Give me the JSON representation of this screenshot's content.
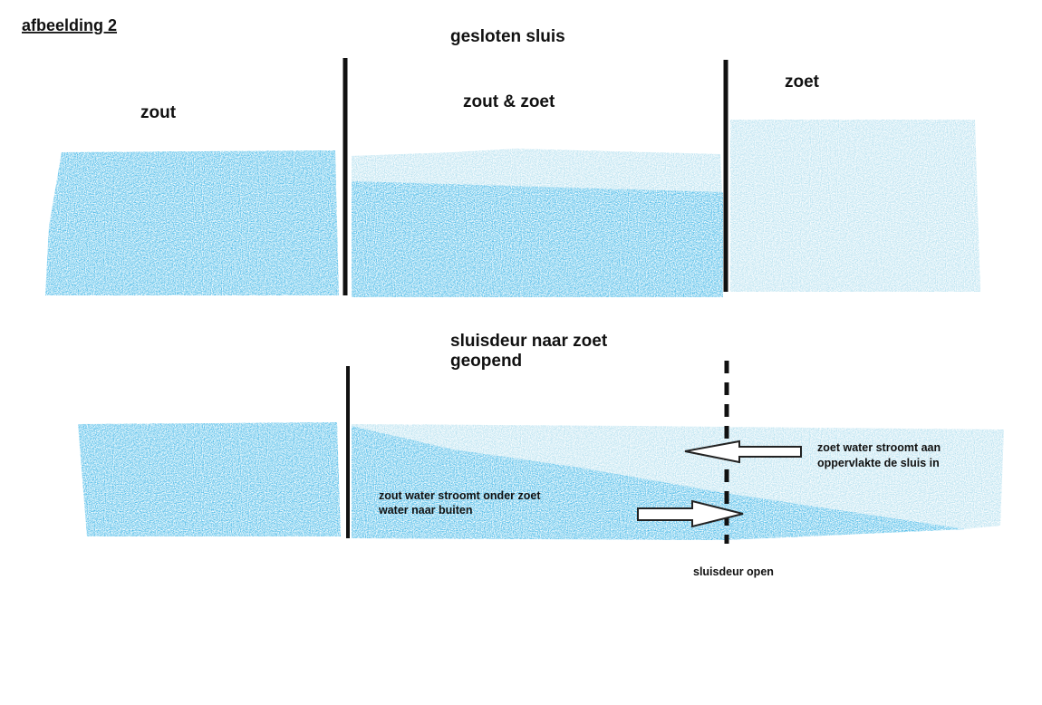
{
  "figure_label": "afbeelding 2",
  "top": {
    "title": "gesloten sluis",
    "label_left": "zout",
    "label_middle": "zout & zoet",
    "label_right": "zoet"
  },
  "bottom": {
    "title_line1": "sluisdeur naar zoet",
    "title_line2": "geopend",
    "note_salt_line1": "zout water stroomt onder zoet",
    "note_salt_line2": "water naar buiten",
    "note_fresh_line1": "zoet water stroomt aan",
    "note_fresh_line2": "oppervlakte de sluis in",
    "note_gate": "sluisdeur open"
  },
  "colors": {
    "salt_water": "#0ea2e0",
    "fresh_water": "#9dd6ea",
    "gate": "#111111",
    "arrow_fill": "#ffffff",
    "arrow_stroke": "#222222"
  }
}
